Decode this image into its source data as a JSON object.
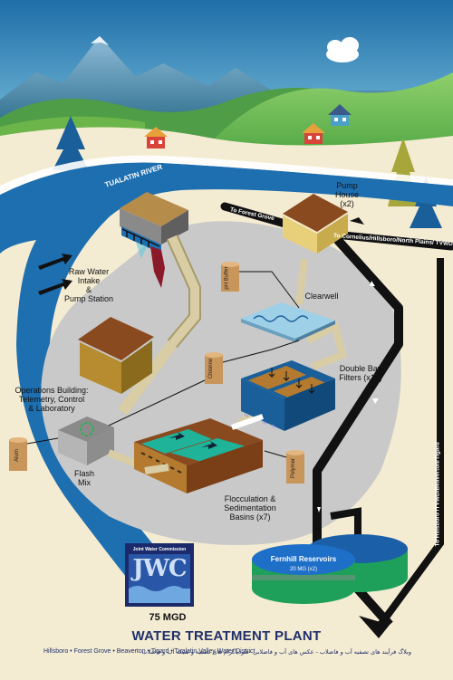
{
  "title": "WATER TREATMENT PLANT",
  "capacity": "75 MGD",
  "cities": "Hillsboro • Forest Grove • Beaverton • Tigard • Tualatin Valley Water District",
  "credit": "وبلاگ فرآیند های تصفیه آب و فاضلاب - عکس های آب و فاضلابی -فلودیاگرام های تصفیه و شبکه آب و فاضلاب",
  "logo": {
    "name": "Joint Water Commission",
    "letters": "JWC"
  },
  "river": "TUALATIN RIVER",
  "labels": {
    "raw_water": "Raw Water\nIntake\n&\nPump Station",
    "pump_house": "Pump\nHouse\n(x2)",
    "clearwell": "Clearwell",
    "operations": "Operations Building:\nTelemetry, Control\n& Laboratory",
    "double_bay": "Double Bay\nFilters (x14)",
    "flash_mix": "Flash\nMix",
    "flocculation": "Flocculation &\nSedimentation\nBasins (x7)",
    "fernhill": "Fernhill Reservoirs",
    "fernhill_cap": "20 MG (x2)"
  },
  "tanks": {
    "ph": "pH Buffer",
    "chlorine": "Chlorine",
    "alum": "Alum",
    "polymer": "Polymer"
  },
  "roads": {
    "forest_grove": "To Forest Grove",
    "cornelius": "To Cornelius/Hillsboro/North Plains/ TVWD",
    "hillsboro": "To Hillsboro /TVWD/Beaverton/Tigard"
  },
  "colors": {
    "sky": "#3a86b8",
    "river": "#1e6fb0",
    "ground": "#c9c9c9",
    "sand": "#f4ecd2",
    "brown": "#8a4a1f",
    "title": "#1f2f6b"
  }
}
